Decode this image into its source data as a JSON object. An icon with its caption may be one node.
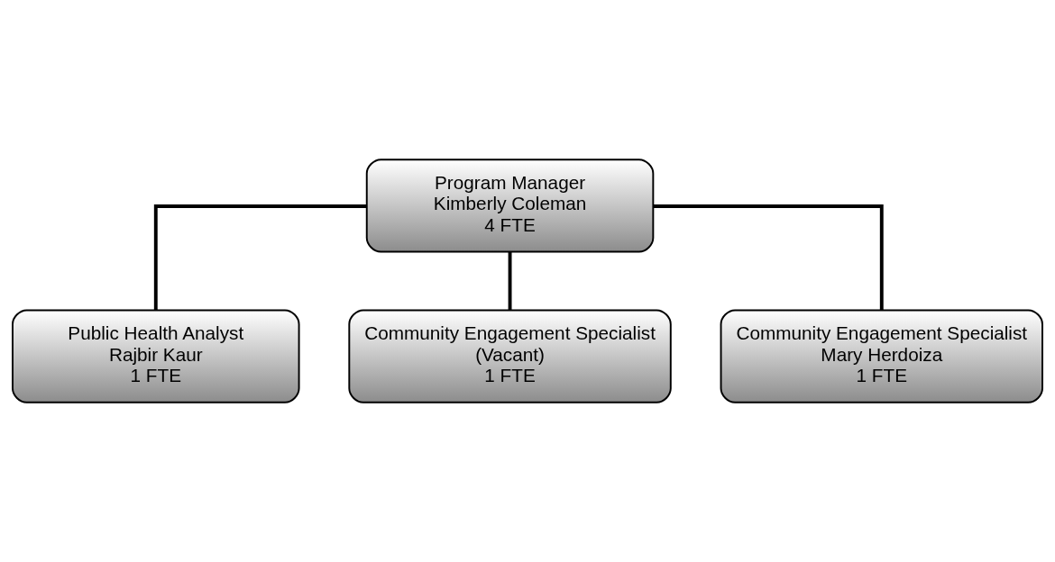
{
  "diagram": {
    "nodes": [
      {
        "text": [
          "Program Manager",
          "Kimberly Coleman",
          "4 FTE"
        ]
      },
      {
        "text": [
          "Public Health Analyst",
          "Rajbir Kaur",
          "1 FTE"
        ]
      },
      {
        "text": [
          "Community Engagement Specialist",
          "(Vacant)",
          "1 FTE"
        ]
      },
      {
        "text": [
          "Community Engagement Specialist",
          "Mary Herdoiza",
          "1 FTE"
        ]
      }
    ],
    "edges": [
      {
        "from": 0,
        "to": 1,
        "arrow": "none"
      },
      {
        "from": 0,
        "to": 2,
        "arrow": "none"
      },
      {
        "from": 0,
        "to": 3,
        "arrow": "none"
      }
    ]
  }
}
